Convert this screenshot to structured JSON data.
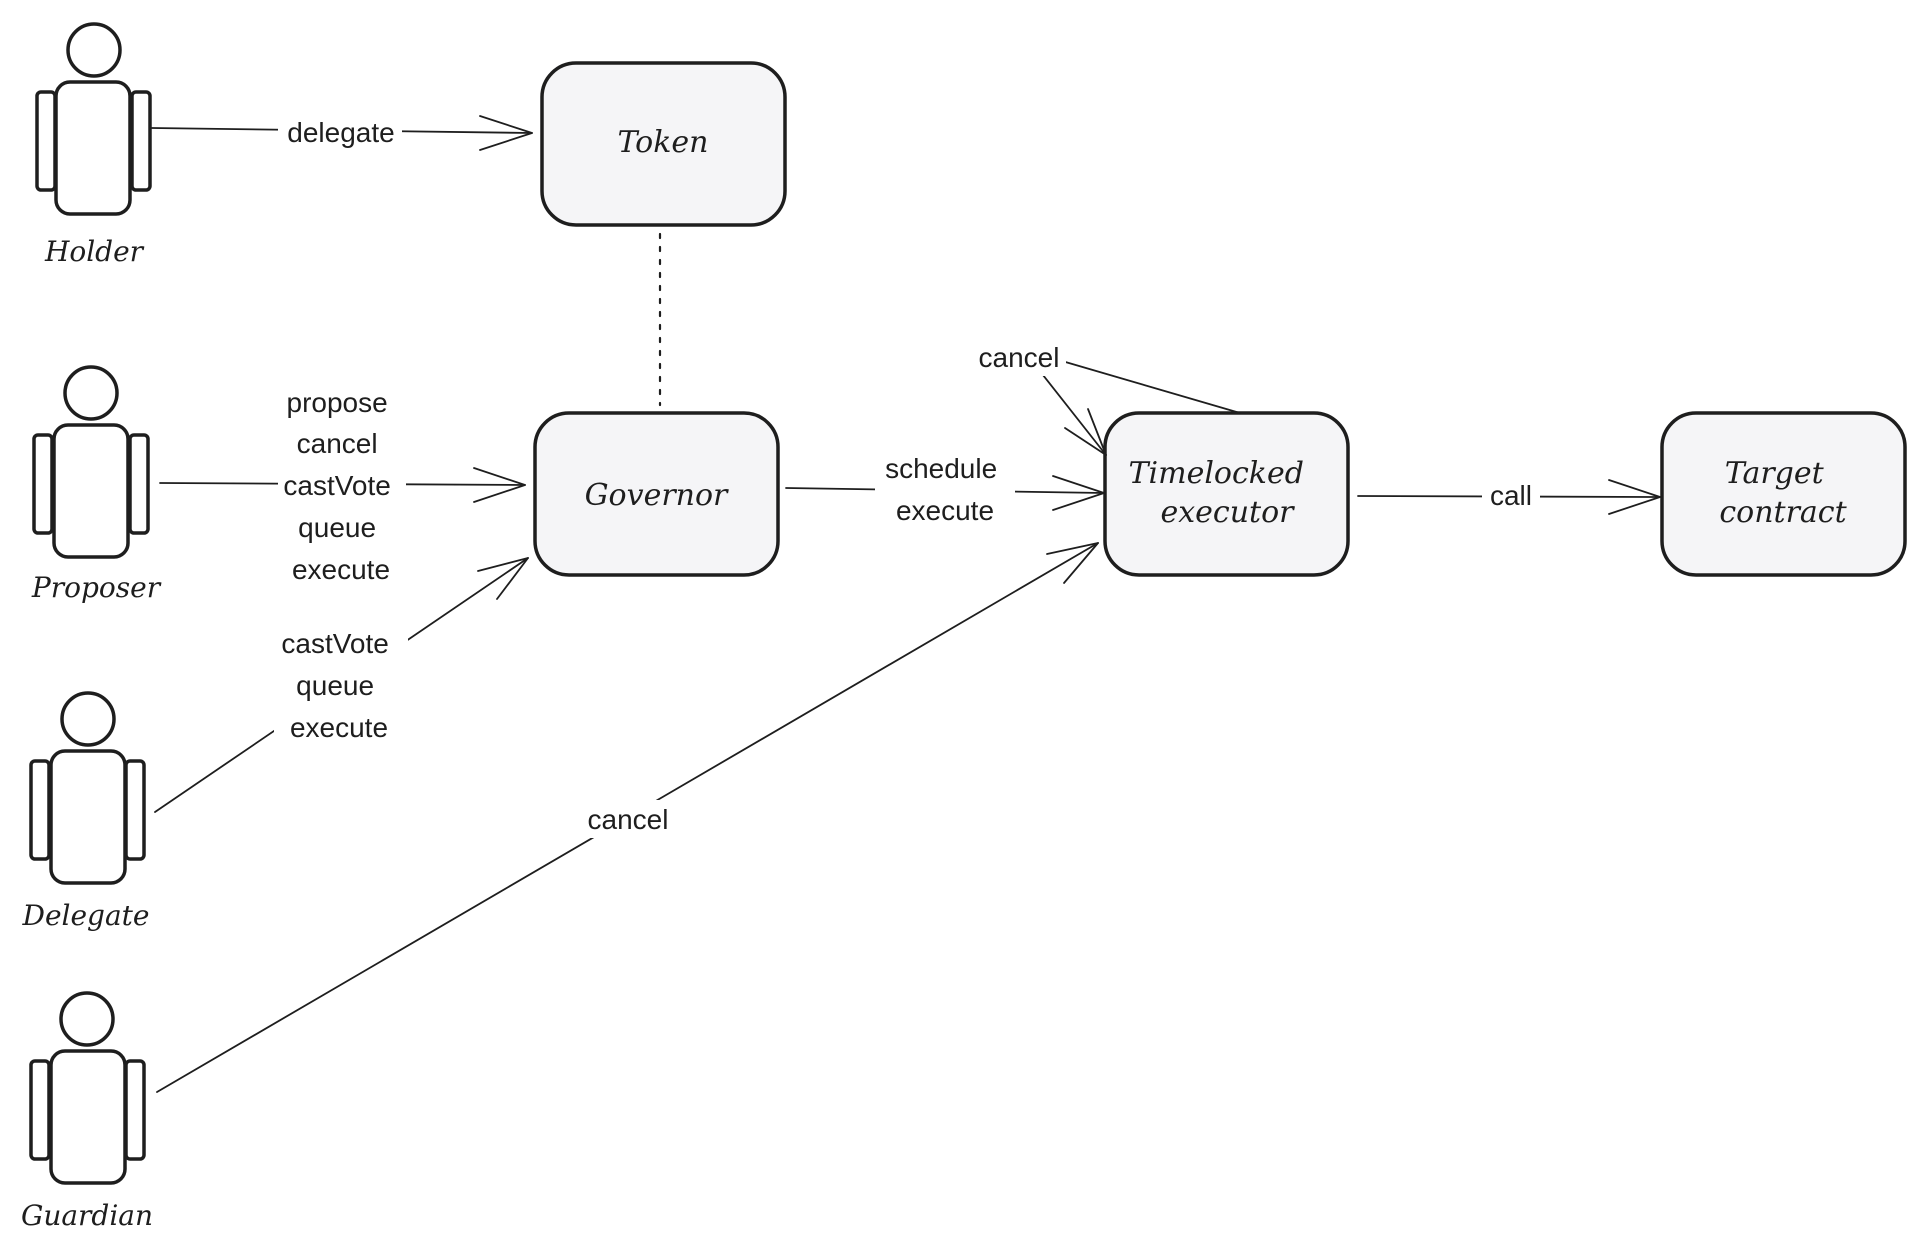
{
  "nodes": {
    "token": [
      "Token"
    ],
    "governor": [
      "Governor"
    ],
    "timelock": [
      "Timelocked",
      "executor"
    ],
    "target": [
      "Target",
      "contract"
    ]
  },
  "actors": {
    "holder": "Holder",
    "proposer": "Proposer",
    "delegate": "Delegate",
    "guardian": "Guardian"
  },
  "edges": {
    "holder_token": [
      "delegate"
    ],
    "proposer_governor": [
      "propose",
      "cancel",
      "castVote",
      "queue",
      "execute"
    ],
    "delegate_governor": [
      "castVote",
      "queue",
      "execute"
    ],
    "governor_timelock": [
      "schedule",
      "execute"
    ],
    "timelock_self": [
      "cancel"
    ],
    "guardian_timelock": [
      "cancel"
    ],
    "timelock_target": [
      "call"
    ]
  },
  "colors": {
    "stroke": "#1e1e1e",
    "box_fill": "#f5f5f7",
    "background": "#ffffff"
  }
}
